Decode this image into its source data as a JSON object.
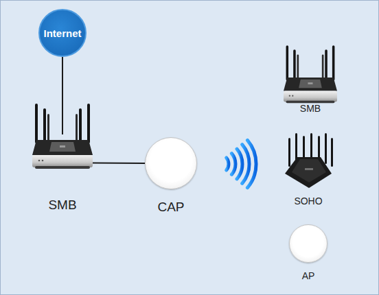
{
  "diagram": {
    "nodes": [
      {
        "text": [
          "Internet"
        ]
      },
      {
        "text": [
          "SMB"
        ]
      },
      {
        "text": [
          "CAP"
        ]
      },
      {
        "text": [
          "SMB"
        ]
      },
      {
        "text": [
          "SOHO"
        ]
      },
      {
        "text": [
          "AP"
        ]
      }
    ],
    "edges": [
      {
        "from": 0,
        "to": 1,
        "arrow": "none"
      },
      {
        "from": 1,
        "to": 2,
        "arrow": "none"
      }
    ]
  }
}
